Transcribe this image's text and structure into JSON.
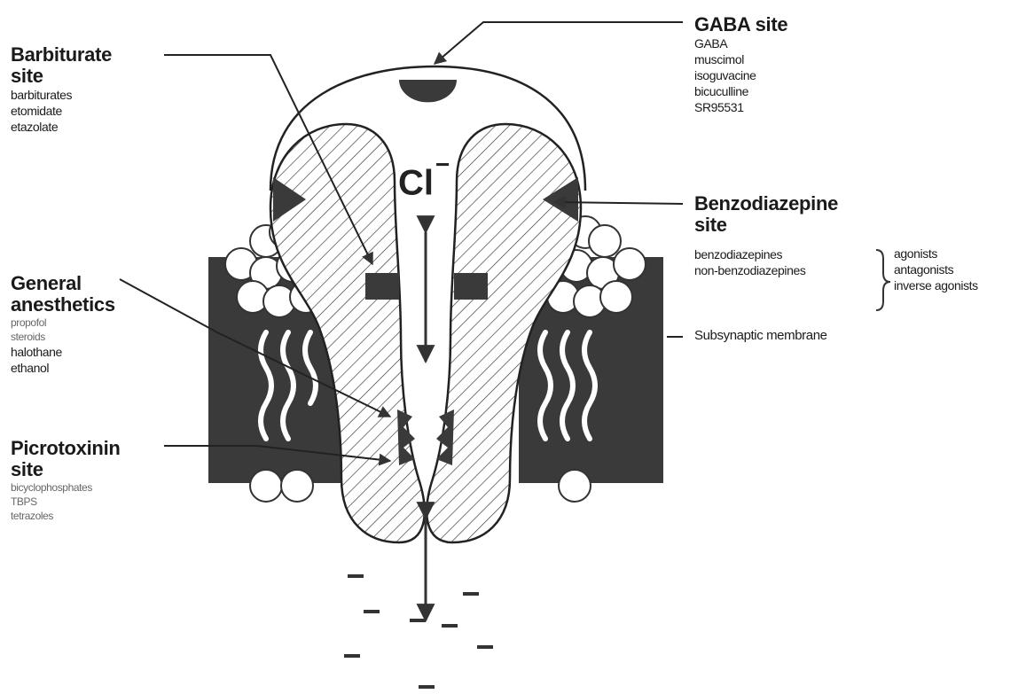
{
  "ion_label": "Cl",
  "ion_charge": "−",
  "sites": {
    "barbiturate": {
      "title_line1": "Barbiturate",
      "title_line2": "site",
      "items": [
        "barbiturates",
        "etomidate",
        "etazolate"
      ]
    },
    "gaba": {
      "title": "GABA site",
      "items": [
        "GABA",
        "muscimol",
        "isoguvacine",
        "bicuculline",
        "SR95531"
      ]
    },
    "benzodiazepine": {
      "title_line1": "Benzodiazepine",
      "title_line2": "site",
      "items": [
        "benzodiazepines",
        "non-benzodiazepines"
      ],
      "actions": [
        "agonists",
        "antagonists",
        "inverse agonists"
      ]
    },
    "general_anesthetics": {
      "title_line1": "General",
      "title_line2": "anesthetics",
      "items": [
        "propofol",
        "steroids",
        "halothane",
        "ethanol"
      ]
    },
    "picrotoxinin": {
      "title_line1": "Picrotoxinin",
      "title_line2": "site",
      "items": [
        "bicyclophosphates",
        "TBPS",
        "tetrazoles"
      ]
    },
    "membrane": {
      "label": "Subsynaptic membrane"
    }
  }
}
